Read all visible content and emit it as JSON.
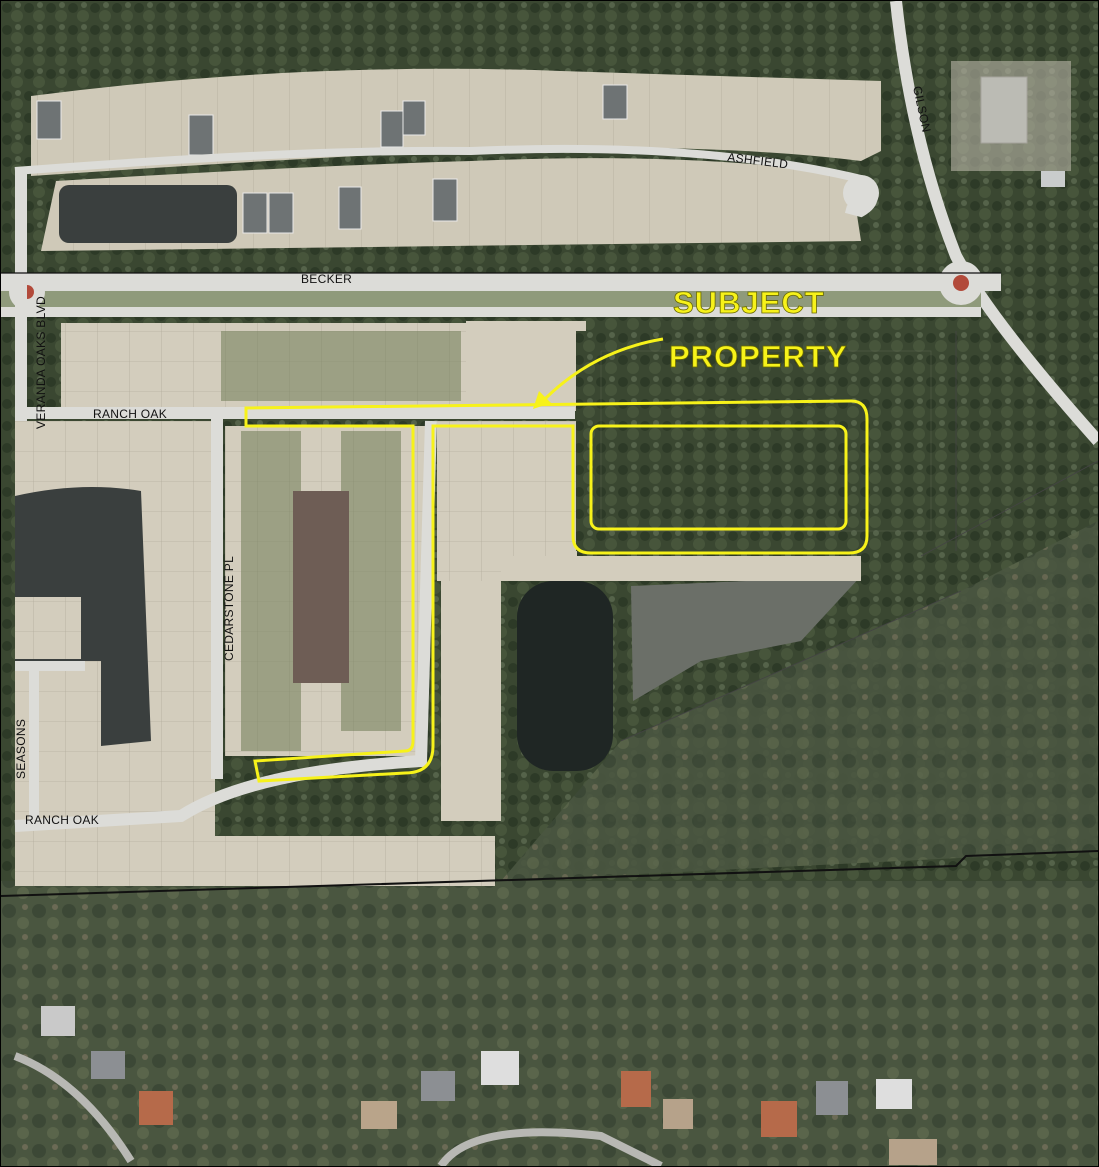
{
  "map": {
    "title": "",
    "streets": {
      "ashfield": "ASHFIELD",
      "becker": "BECKER",
      "gilson": "GILSON",
      "veranda_oaks": "VERANDA OAKS BLVD",
      "ranch_oak_north": "RANCH OAK",
      "ranch_oak_south": "RANCH OAK",
      "cedarstone": "CEDARSTONE PL",
      "seasons": "SEASONS"
    },
    "callout": {
      "line1": "SUBJECT",
      "line2": "PROPERTY"
    },
    "colors": {
      "highlight": "#f7f21a",
      "boundary": "#111111",
      "road": "#dcdcd8",
      "lot_fill": "#cfc9b8",
      "water": "#3a3f3e",
      "woods": "#3d4a33"
    }
  }
}
